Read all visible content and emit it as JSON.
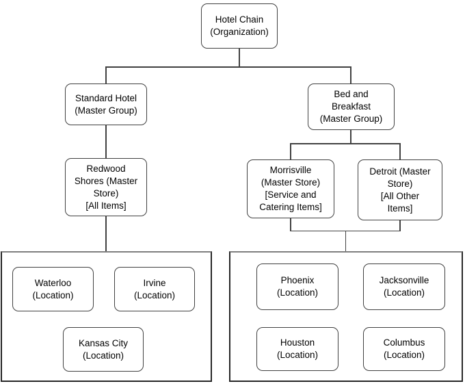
{
  "diagram": {
    "type": "org-chart",
    "description": "Hotel chain organization hierarchy with master groups, master stores and locations",
    "colors": {
      "background": "#ffffff",
      "node_fill": "#ffffff",
      "node_border": "#404040",
      "container_border": "#262626",
      "container_border_top": "#7f7f7f",
      "connector": "#404040",
      "text": "#000000"
    },
    "nodes": {
      "hotel_chain": {
        "label": "Hotel Chain\n(Organization)"
      },
      "standard_hotel": {
        "label": "Standard Hotel\n(Master Group)"
      },
      "bed_and_breakfast": {
        "label": "Bed and\nBreakfast\n(Master Group)"
      },
      "redwood_shores": {
        "label": "Redwood\nShores (Master\nStore)\n[All Items]"
      },
      "morrisville": {
        "label": "Morrisville\n(Master Store)\n[Service and\nCatering Items]"
      },
      "detroit": {
        "label": "Detroit (Master\nStore)\n[All Other\nItems]"
      },
      "waterloo": {
        "label": "Waterloo\n(Location)"
      },
      "irvine": {
        "label": "Irvine\n(Location)"
      },
      "kansas_city": {
        "label": "Kansas City\n(Location)"
      },
      "phoenix": {
        "label": "Phoenix\n(Location)"
      },
      "jacksonville": {
        "label": "Jacksonville\n(Location)"
      },
      "houston": {
        "label": "Houston\n(Location)"
      },
      "columbus": {
        "label": "Columbus\n(Location)"
      }
    },
    "edges": [
      {
        "from": "hotel_chain",
        "to": "standard_hotel"
      },
      {
        "from": "hotel_chain",
        "to": "bed_and_breakfast"
      },
      {
        "from": "standard_hotel",
        "to": "redwood_shores"
      },
      {
        "from": "bed_and_breakfast",
        "to": "morrisville"
      },
      {
        "from": "bed_and_breakfast",
        "to": "detroit"
      },
      {
        "from": "redwood_shores",
        "to": "standard_hotel_locations"
      },
      {
        "from": "morrisville",
        "to": "bed_and_breakfast_locations"
      },
      {
        "from": "detroit",
        "to": "bed_and_breakfast_locations"
      }
    ],
    "groups": {
      "standard_hotel_locations": [
        "waterloo",
        "irvine",
        "kansas_city"
      ],
      "bed_and_breakfast_locations": [
        "phoenix",
        "jacksonville",
        "houston",
        "columbus"
      ]
    }
  }
}
